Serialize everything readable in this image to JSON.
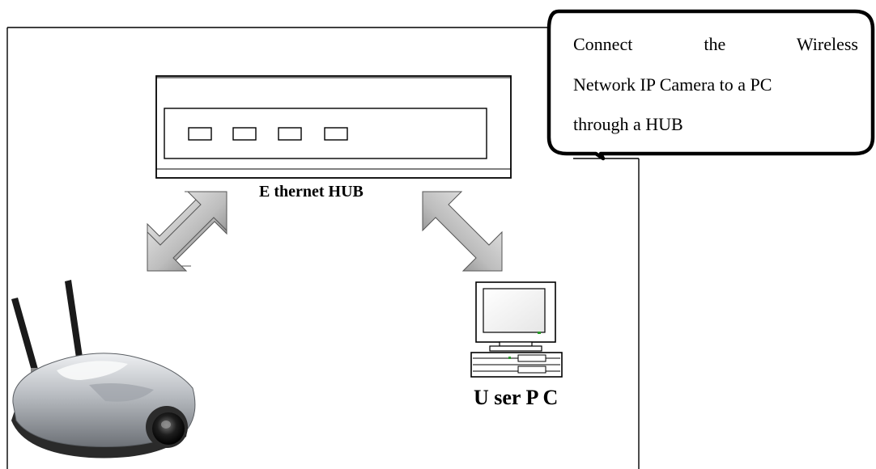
{
  "callout": {
    "line1": "Connect the Wireless",
    "line2": "Network IP Camera to a PC",
    "line3": "through a HUB"
  },
  "hub": {
    "label": "E thernet HUB"
  },
  "pc": {
    "label": "U ser P C"
  },
  "icons": {
    "hub": "ethernet-hub-icon",
    "pc": "user-pc-icon",
    "camera": "ip-camera-icon",
    "arrow_left": "double-arrow-icon",
    "arrow_right": "double-arrow-icon"
  },
  "colors": {
    "line": "#000000",
    "hub_fill": "#ffffff",
    "arrow_light": "#f2f2f2",
    "arrow_dark": "#7a7a7a",
    "camera_silver": "#c7c9cc",
    "camera_dark": "#1c1c1c"
  }
}
